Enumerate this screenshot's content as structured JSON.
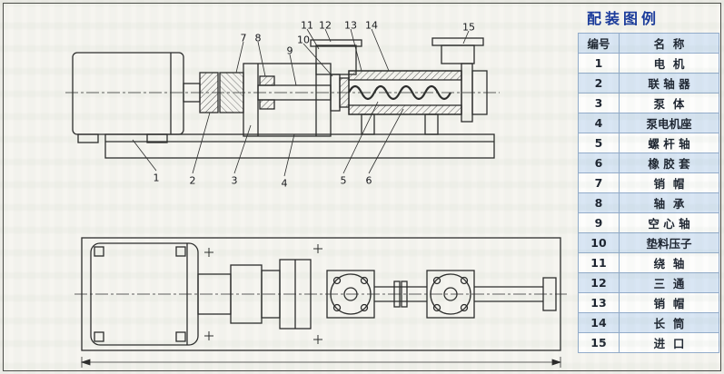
{
  "legend": {
    "title": "配装图例",
    "columns": [
      "编号",
      "名  称"
    ],
    "rows": [
      [
        "1",
        "电  机"
      ],
      [
        "2",
        "联 轴 器"
      ],
      [
        "3",
        "泵  体"
      ],
      [
        "4",
        "泵电机座"
      ],
      [
        "5",
        "螺 杆 轴"
      ],
      [
        "6",
        "橡 胶 套"
      ],
      [
        "7",
        "销  帽"
      ],
      [
        "8",
        "轴  承"
      ],
      [
        "9",
        "空 心 轴"
      ],
      [
        "10",
        "垫料压子"
      ],
      [
        "11",
        "绕  轴"
      ],
      [
        "12",
        "三  通"
      ],
      [
        "13",
        "销  帽"
      ],
      [
        "14",
        "长  筒"
      ],
      [
        "15",
        "进  口"
      ]
    ]
  },
  "diagram": {
    "callouts": [
      "1",
      "2",
      "3",
      "4",
      "5",
      "6",
      "7",
      "8",
      "9",
      "10",
      "11",
      "12",
      "13",
      "14",
      "15"
    ]
  },
  "colors": {
    "title_accent": "#1a3a9c",
    "row_shade": "#d9e6f4",
    "line": "#2b2b2b"
  }
}
